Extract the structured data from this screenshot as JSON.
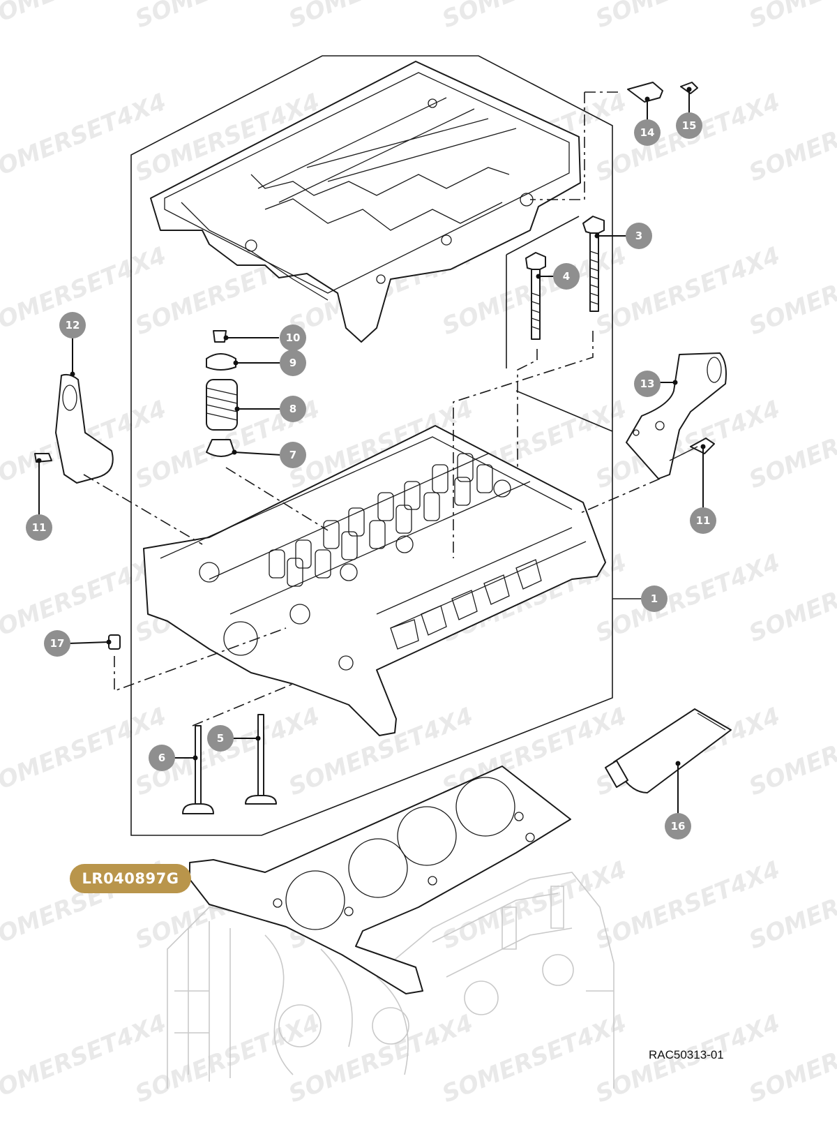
{
  "watermark": "SOMERSET4X4",
  "part_number": "LR040897G",
  "reference": "RAC50313-01",
  "callouts": [
    {
      "id": "callout-1",
      "label": "1"
    },
    {
      "id": "callout-3",
      "label": "3"
    },
    {
      "id": "callout-4",
      "label": "4"
    },
    {
      "id": "callout-5",
      "label": "5"
    },
    {
      "id": "callout-6",
      "label": "6"
    },
    {
      "id": "callout-7",
      "label": "7"
    },
    {
      "id": "callout-8",
      "label": "8"
    },
    {
      "id": "callout-9",
      "label": "9"
    },
    {
      "id": "callout-10",
      "label": "10"
    },
    {
      "id": "callout-11a",
      "label": "11"
    },
    {
      "id": "callout-11b",
      "label": "11"
    },
    {
      "id": "callout-12",
      "label": "12"
    },
    {
      "id": "callout-13",
      "label": "13"
    },
    {
      "id": "callout-14",
      "label": "14"
    },
    {
      "id": "callout-15",
      "label": "15"
    },
    {
      "id": "callout-16",
      "label": "16"
    },
    {
      "id": "callout-17",
      "label": "17"
    }
  ],
  "colors": {
    "callout": "#8f8f8f",
    "badge": "#b9954b",
    "line": "#1a1a1a",
    "ghost": "#c9c9c9"
  }
}
